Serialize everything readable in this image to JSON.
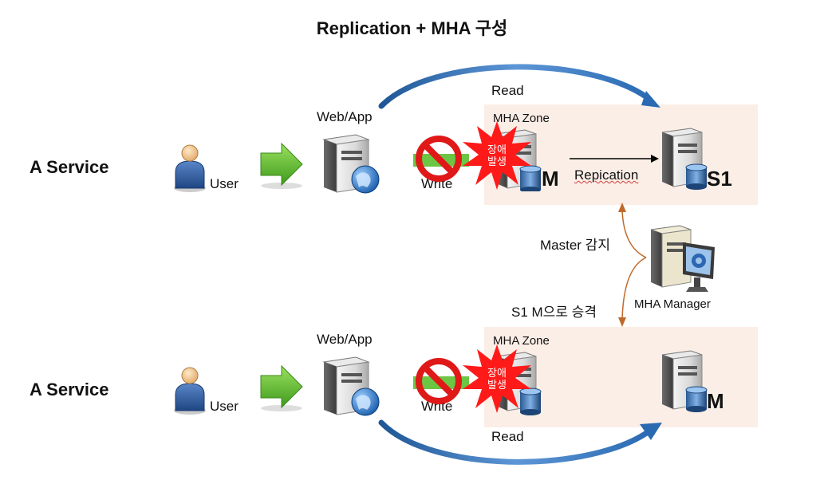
{
  "title": "Replication + MHA 구성",
  "top": {
    "service_label": "A Service",
    "user_label": "User",
    "webapp_label": "Web/App",
    "write_label": "Write",
    "read_label": "Read",
    "zone_label": "MHA Zone",
    "fault_text_1": "장애",
    "fault_text_2": "발생",
    "master_marker": "M",
    "replication_label": "Repication",
    "slave_marker": "S1"
  },
  "middle": {
    "detect_label": "Master 감지",
    "manager_label": "MHA Manager",
    "promote_label": "S1 M으로 승격"
  },
  "bottom": {
    "service_label": "A Service",
    "user_label": "User",
    "webapp_label": "Web/App",
    "write_label": "Write",
    "read_label": "Read",
    "zone_label": "MHA Zone",
    "fault_text_1": "장애",
    "fault_text_2": "발생",
    "new_master_marker": "M"
  },
  "colors": {
    "zone_bg": "#fbeee6",
    "arc_blue": "#2e6db4",
    "arrow_green": "#6cc644",
    "no_sign_red": "#e01818",
    "burst_red": "#ff1a1a",
    "manager_arrow": "#c0692a"
  },
  "icons": [
    "user-icon",
    "arrow-right-icon",
    "web-server-icon",
    "globe-icon",
    "no-entry-icon",
    "burst-icon",
    "db-server-icon",
    "manager-server-icon",
    "gear-icon"
  ]
}
